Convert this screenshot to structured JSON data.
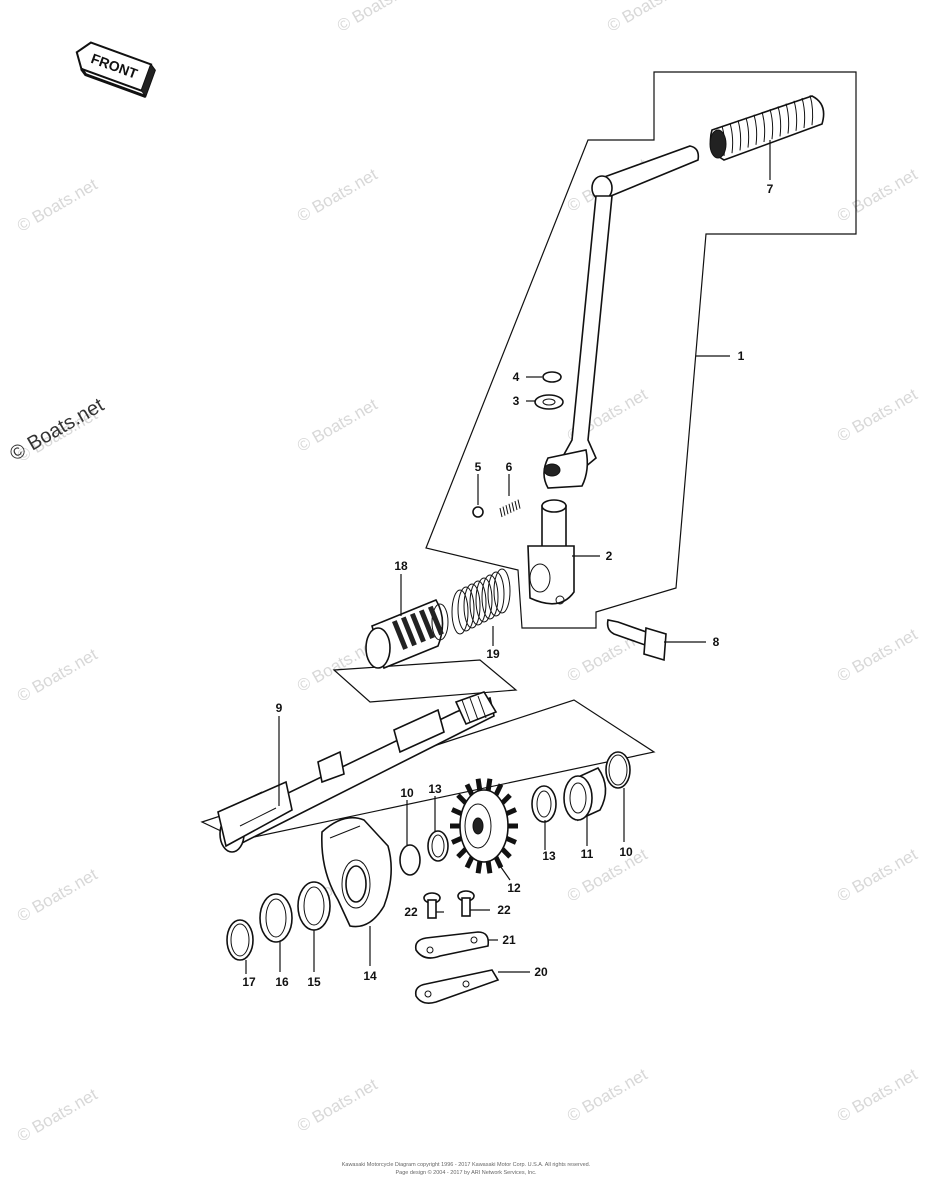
{
  "front_badge": {
    "text": "FRONT"
  },
  "watermark": {
    "text": "© Boats.net"
  },
  "callouts": [
    {
      "id": "1",
      "label": "1"
    },
    {
      "id": "2",
      "label": "2"
    },
    {
      "id": "3",
      "label": "3"
    },
    {
      "id": "4",
      "label": "4"
    },
    {
      "id": "5",
      "label": "5"
    },
    {
      "id": "6",
      "label": "6"
    },
    {
      "id": "7",
      "label": "7"
    },
    {
      "id": "8",
      "label": "8"
    },
    {
      "id": "9",
      "label": "9"
    },
    {
      "id": "10a",
      "label": "10"
    },
    {
      "id": "10b",
      "label": "10"
    },
    {
      "id": "11",
      "label": "11"
    },
    {
      "id": "12",
      "label": "12"
    },
    {
      "id": "13a",
      "label": "13"
    },
    {
      "id": "13b",
      "label": "13"
    },
    {
      "id": "14",
      "label": "14"
    },
    {
      "id": "15",
      "label": "15"
    },
    {
      "id": "16",
      "label": "16"
    },
    {
      "id": "17",
      "label": "17"
    },
    {
      "id": "18",
      "label": "18"
    },
    {
      "id": "19",
      "label": "19"
    },
    {
      "id": "20",
      "label": "20"
    },
    {
      "id": "21",
      "label": "21"
    },
    {
      "id": "22a",
      "label": "22"
    },
    {
      "id": "22b",
      "label": "22"
    }
  ],
  "footer": {
    "line1": "Kawasaki Motorcycle Diagram copyright 1996 - 2017 Kawasaki Motor Corp. U.S.A. All rights reserved.",
    "line2": "Page design © 2004 - 2017 by ARI Network Services, Inc."
  }
}
